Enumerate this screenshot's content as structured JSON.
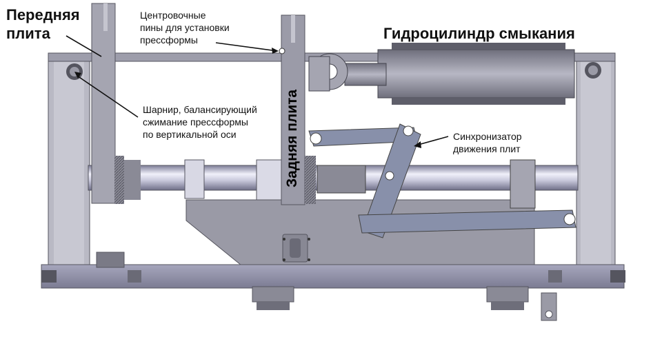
{
  "labels": {
    "front_plate": "Передняя плита",
    "rear_plate": "Задняя плита",
    "clamp_cylinder": "Гидроцилиндр смыкания",
    "centering_pins": [
      "Центровочные",
      "пины для установки",
      "прессформы"
    ],
    "hinge": [
      "Шарнир, балансирующий",
      "сжимание прессформы",
      "по вертикальной оси"
    ],
    "synchronizer": [
      "Синхронизатор",
      "движения плит"
    ]
  },
  "colors": {
    "frame": "#8e8e9c",
    "frame_dark": "#6d6d7a",
    "frame_light": "#b4b4bf",
    "plate": "#9a9aa7",
    "rod_light": "#e6e6f2",
    "rod_dark": "#7f7f9a",
    "link": "#878fa8",
    "leader": "#111111"
  }
}
